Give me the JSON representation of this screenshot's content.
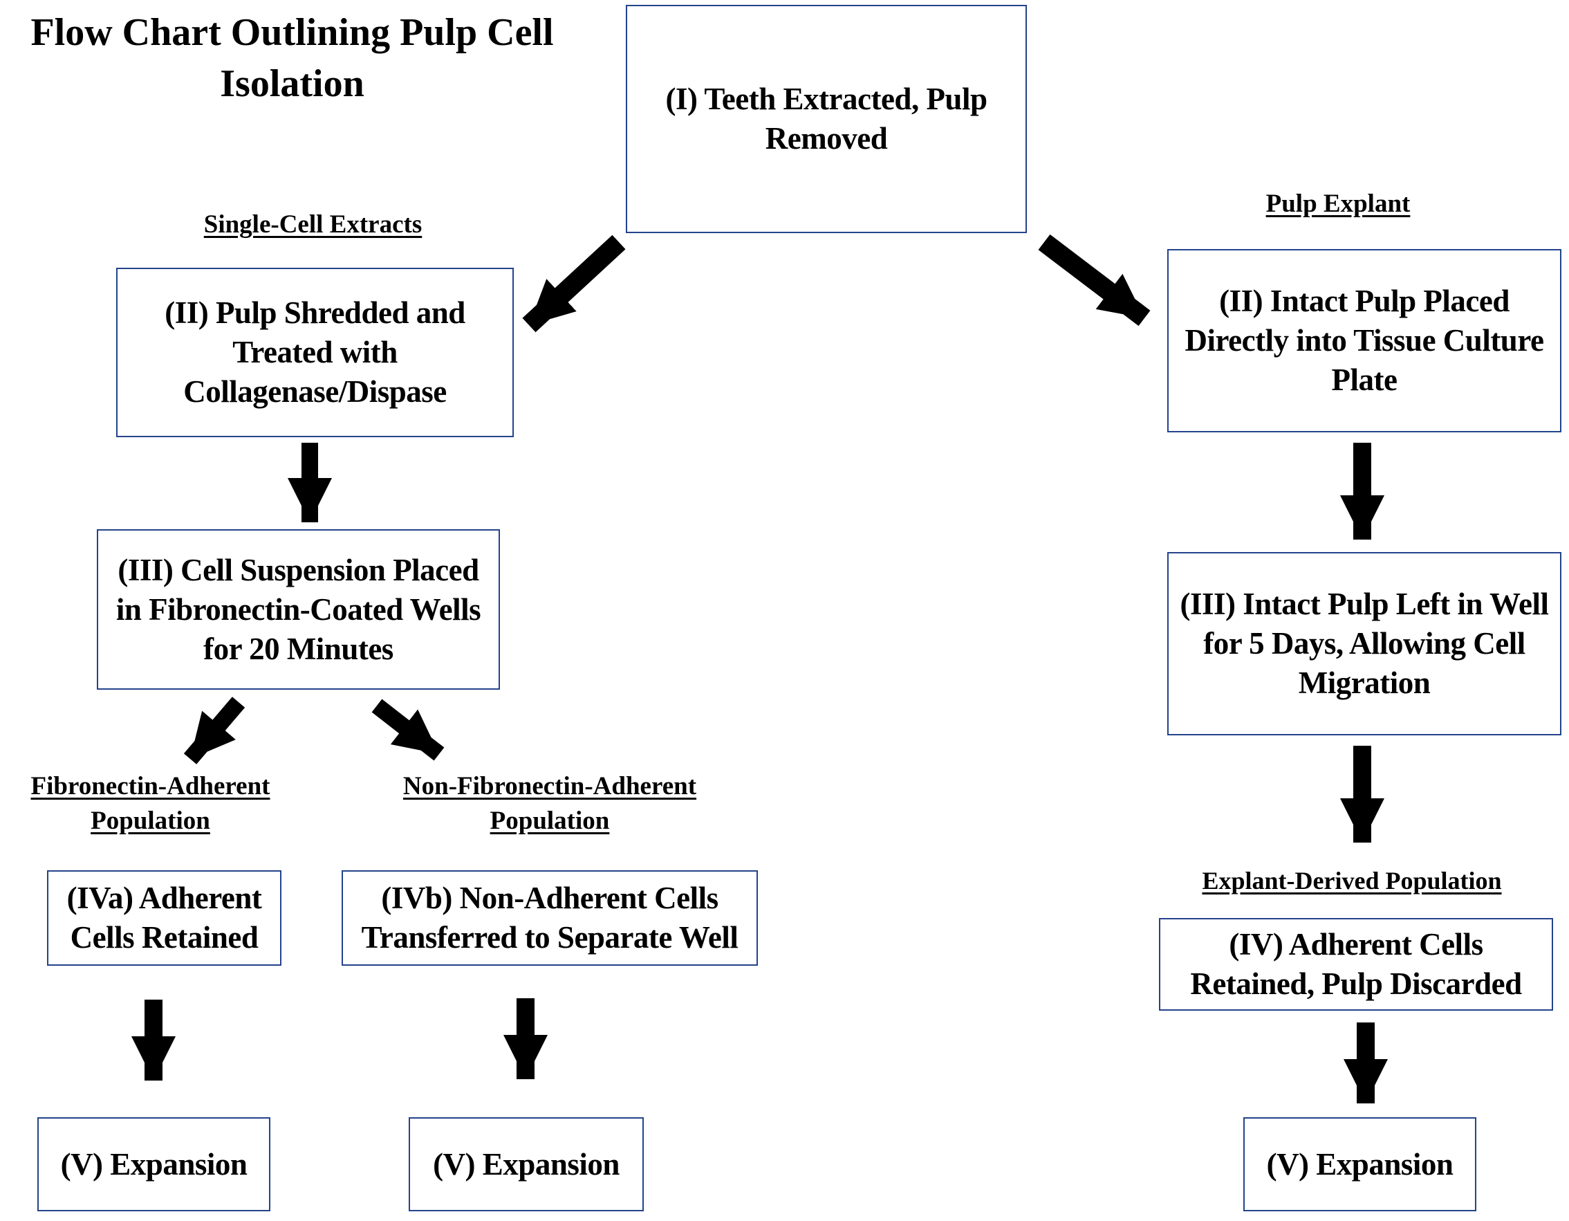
{
  "title": "Flow Chart Outlining Pulp Cell Isolation",
  "headings": {
    "single_cell": "Single-Cell Extracts",
    "pulp_explant": "Pulp Explant",
    "fibronectin_adherent": "Fibronectin-Adherent Population",
    "non_fibronectin_adherent": "Non-Fibronectin-Adherent Population",
    "explant_derived": "Explant-Derived Population"
  },
  "steps": {
    "s1": "(I) Teeth Extracted, Pulp Removed",
    "left_s2": "(II) Pulp Shredded and Treated with Collagenase/Dispase",
    "left_s3": "(III) Cell Suspension Placed in Fibronectin-Coated Wells for 20 Minutes",
    "left_s4a": "(IVa) Adherent Cells Retained",
    "left_s4b": "(IVb) Non-Adherent Cells Transferred to Separate Well",
    "left_s5a": "(V) Expansion",
    "left_s5b": "(V) Expansion",
    "right_s2": "(II) Intact Pulp Placed Directly into Tissue Culture Plate",
    "right_s3": "(III) Intact Pulp Left in Well for 5 Days, Allowing Cell Migration",
    "right_s4": "(IV) Adherent Cells Retained, Pulp Discarded",
    "right_s5": "(V) Expansion"
  },
  "colors": {
    "box_border": "#23438c",
    "arrow": "#000000"
  }
}
